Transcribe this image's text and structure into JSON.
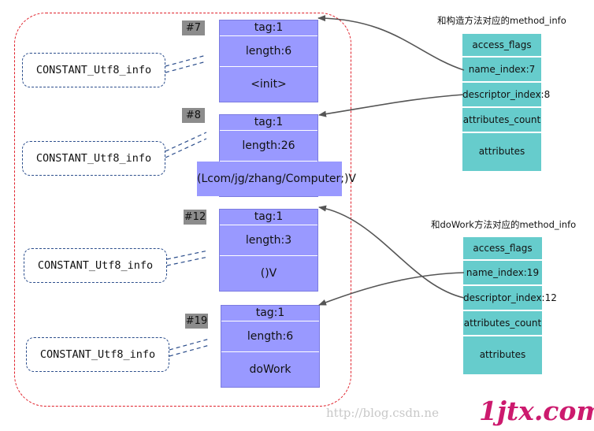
{
  "constant_pool_entries": [
    {
      "index_label": "#7",
      "tag": "tag:1",
      "length": "length:6",
      "value": "<init>",
      "ref_label": "CONSTANT_Utf8_info"
    },
    {
      "index_label": "#8",
      "tag": "tag:1",
      "length": "length:26",
      "value": "(Lcom/jg/zhang/Computer;)V",
      "ref_label": "CONSTANT_Utf8_info"
    },
    {
      "index_label": "#12",
      "tag": "tag:1",
      "length": "length:3",
      "value": "()V",
      "ref_label": "CONSTANT_Utf8_info"
    },
    {
      "index_label": "#19",
      "tag": "tag:1",
      "length": "length:6",
      "value": "doWork",
      "ref_label": "CONSTANT_Utf8_info"
    }
  ],
  "method_infos": [
    {
      "title": "和构造方法对应的method_info",
      "fields": [
        "access_flags",
        "name_index:7",
        "descriptor_index:8",
        "attributes_count",
        "attributes"
      ]
    },
    {
      "title": "和doWork方法对应的method_info",
      "fields": [
        "access_flags",
        "name_index:19",
        "descriptor_index:12",
        "attributes_count",
        "attributes"
      ]
    }
  ],
  "colors": {
    "entry_fill": "#9999ff",
    "method_fill": "#66cccc",
    "index_label_fill": "#8c8c8c",
    "frame_border": "#e0202a",
    "ref_border": "#2c4e8c",
    "arrow": "#555555"
  },
  "watermark": {
    "url_text": "http://blog.csdn.ne",
    "logo_text": "1jtx.com"
  }
}
